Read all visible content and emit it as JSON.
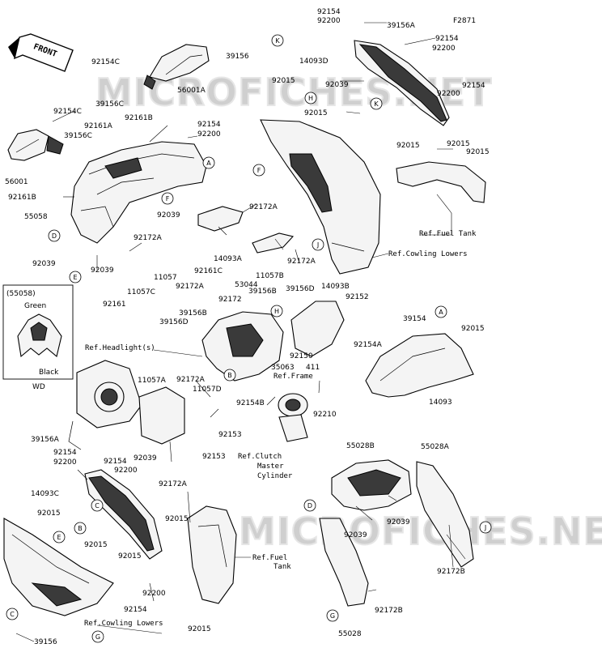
{
  "figure": {
    "code": "F2871",
    "watermark": "MICROFICHES.NET",
    "front_label": "FRONT",
    "inset": {
      "part": "(55058)",
      "color_top": "Green",
      "color_bottom": "Black",
      "region": "WD"
    }
  },
  "refs": {
    "fuel_tank_1": "Ref.Fuel Tank",
    "cowling_lowers_1": "Ref.Cowling Lowers",
    "headlight": "Ref.Headlight(s)",
    "frame": "Ref.Frame",
    "clutch_line1": "Ref.Clutch",
    "clutch_line2": "Master",
    "clutch_line3": "Cylinder",
    "fuel_tank_2a": "Ref.Fuel",
    "fuel_tank_2b": "Tank",
    "cowling_lowers_2": "Ref.Cowling Lowers"
  },
  "labels": [
    {
      "t": "92154"
    },
    {
      "t": "92200"
    },
    {
      "t": "39156A"
    },
    {
      "t": "92154"
    },
    {
      "t": "92200"
    },
    {
      "t": "39156"
    },
    {
      "t": "14093D"
    },
    {
      "t": "92015"
    },
    {
      "t": "92039"
    },
    {
      "t": "92154"
    },
    {
      "t": "92200"
    },
    {
      "t": "92015"
    },
    {
      "t": "92015"
    },
    {
      "t": "92015"
    },
    {
      "t": "92015"
    },
    {
      "t": "92154C"
    },
    {
      "t": "56001A"
    },
    {
      "t": "39156C"
    },
    {
      "t": "92161B"
    },
    {
      "t": "92154C"
    },
    {
      "t": "39156C"
    },
    {
      "t": "92161A"
    },
    {
      "t": "92154"
    },
    {
      "t": "92200"
    },
    {
      "t": "56001"
    },
    {
      "t": "92161B"
    },
    {
      "t": "55058"
    },
    {
      "t": "92039"
    },
    {
      "t": "92039"
    },
    {
      "t": "92039"
    },
    {
      "t": "92172A"
    },
    {
      "t": "92172A"
    },
    {
      "t": "14093A"
    },
    {
      "t": "92161C"
    },
    {
      "t": "11057B"
    },
    {
      "t": "92172A"
    },
    {
      "t": "11057"
    },
    {
      "t": "92172A"
    },
    {
      "t": "11057C"
    },
    {
      "t": "92161"
    },
    {
      "t": "53044"
    },
    {
      "t": "92172"
    },
    {
      "t": "39156B"
    },
    {
      "t": "39156D"
    },
    {
      "t": "14093B"
    },
    {
      "t": "92152"
    },
    {
      "t": "39156B"
    },
    {
      "t": "39156D"
    },
    {
      "t": "92154A"
    },
    {
      "t": "39154"
    },
    {
      "t": "92015"
    },
    {
      "t": "92150"
    },
    {
      "t": "35063"
    },
    {
      "t": "411"
    },
    {
      "t": "11057A"
    },
    {
      "t": "92172A"
    },
    {
      "t": "11057D"
    },
    {
      "t": "92154B"
    },
    {
      "t": "92210"
    },
    {
      "t": "92153"
    },
    {
      "t": "92153"
    },
    {
      "t": "14093"
    },
    {
      "t": "39156A"
    },
    {
      "t": "92154"
    },
    {
      "t": "92200"
    },
    {
      "t": "92154"
    },
    {
      "t": "92200"
    },
    {
      "t": "92039"
    },
    {
      "t": "14093C"
    },
    {
      "t": "92172A"
    },
    {
      "t": "92015"
    },
    {
      "t": "92015"
    },
    {
      "t": "92015"
    },
    {
      "t": "92015"
    },
    {
      "t": "92200"
    },
    {
      "t": "92154"
    },
    {
      "t": "92015"
    },
    {
      "t": "39156"
    },
    {
      "t": "55028B"
    },
    {
      "t": "55028A"
    },
    {
      "t": "92039"
    },
    {
      "t": "92039"
    },
    {
      "t": "92172B"
    },
    {
      "t": "92172B"
    },
    {
      "t": "55028"
    }
  ],
  "callouts": [
    {
      "t": "K"
    },
    {
      "t": "H"
    },
    {
      "t": "K"
    },
    {
      "t": "F"
    },
    {
      "t": "J"
    },
    {
      "t": "A"
    },
    {
      "t": "F"
    },
    {
      "t": "D"
    },
    {
      "t": "E"
    },
    {
      "t": "H"
    },
    {
      "t": "B"
    },
    {
      "t": "A"
    },
    {
      "t": "C"
    },
    {
      "t": "B"
    },
    {
      "t": "E"
    },
    {
      "t": "C"
    },
    {
      "t": "G"
    },
    {
      "t": "D"
    },
    {
      "t": "J"
    },
    {
      "t": "G"
    }
  ]
}
